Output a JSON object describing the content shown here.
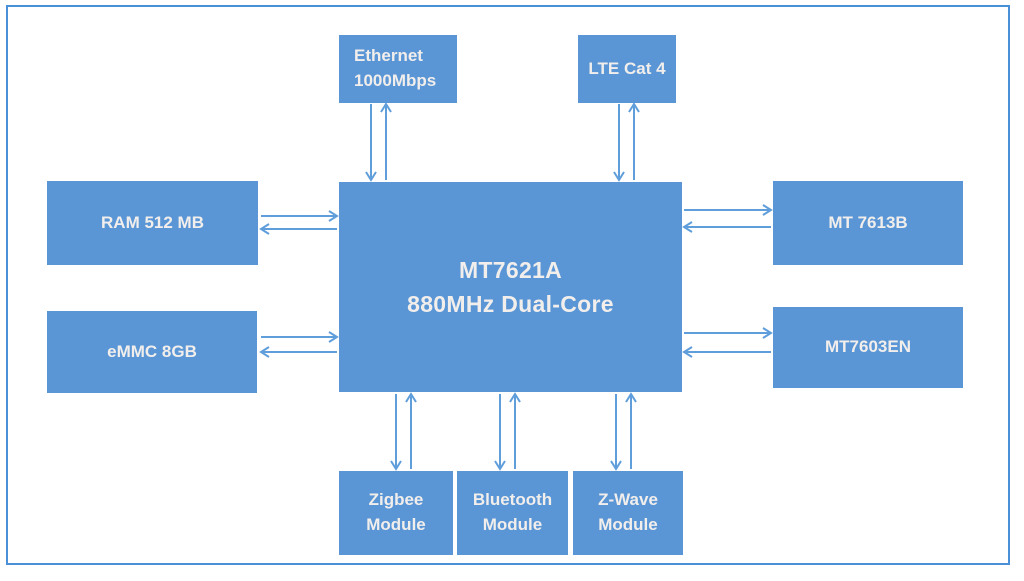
{
  "colors": {
    "block_fill": "#5a96d5",
    "arrow_stroke": "#5f9edb",
    "frame_border": "#4a90d8",
    "label_text": "#f1eeec",
    "background": "#ffffff"
  },
  "diagram": {
    "center_node": {
      "id": "mt7621a",
      "label": "MT7621A\n880MHz Dual-Core"
    },
    "nodes": {
      "ethernet": {
        "label": "Ethernet\n1000Mbps"
      },
      "lte": {
        "label": "LTE Cat 4"
      },
      "ram": {
        "label": "RAM 512 MB"
      },
      "emmc": {
        "label": "eMMC 8GB"
      },
      "mt7613b": {
        "label": "MT 7613B"
      },
      "mt7603en": {
        "label": "MT7603EN"
      },
      "zigbee": {
        "label": "Zigbee\nModule"
      },
      "bluetooth": {
        "label": "Bluetooth\nModule"
      },
      "zwave": {
        "label": "Z-Wave\nModule"
      }
    },
    "connections": [
      {
        "from": "Ethernet 1000Mbps",
        "to": "MT7621A",
        "direction": "bidirectional"
      },
      {
        "from": "LTE Cat 4",
        "to": "MT7621A",
        "direction": "bidirectional"
      },
      {
        "from": "RAM 512 MB",
        "to": "MT7621A",
        "direction": "bidirectional"
      },
      {
        "from": "eMMC 8GB",
        "to": "MT7621A",
        "direction": "bidirectional"
      },
      {
        "from": "MT 7613B",
        "to": "MT7621A",
        "direction": "bidirectional"
      },
      {
        "from": "MT7603EN",
        "to": "MT7621A",
        "direction": "bidirectional"
      },
      {
        "from": "Zigbee Module",
        "to": "MT7621A",
        "direction": "bidirectional"
      },
      {
        "from": "Bluetooth Module",
        "to": "MT7621A",
        "direction": "bidirectional"
      },
      {
        "from": "Z-Wave Module",
        "to": "MT7621A",
        "direction": "bidirectional"
      }
    ]
  }
}
